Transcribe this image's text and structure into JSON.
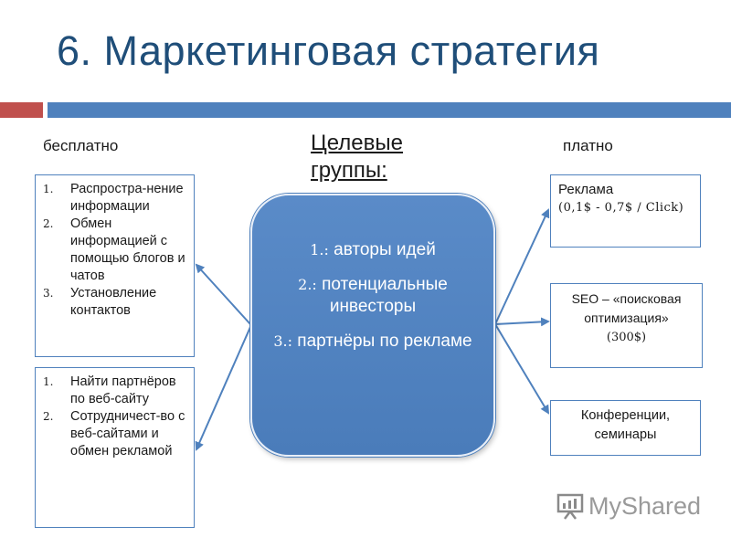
{
  "slide": {
    "title": "6. Маркетинговая стратегия",
    "label_free": "бесплатно",
    "label_paid": "платно",
    "label_target_groups": "Целевые группы:"
  },
  "left_boxes": [
    {
      "items": [
        "Распростра-нение информации",
        "Обмен информацией с помощью блогов и чатов",
        "Установление контактов"
      ]
    },
    {
      "items": [
        "Найти партнёров по веб-сайту",
        "Сотрудничест-во с веб-сайтами и обмен рекламой"
      ]
    }
  ],
  "center": {
    "items": [
      {
        "num": "1.:",
        "text": "авторы идей"
      },
      {
        "num": "2.:",
        "text": "потенциальные инвесторы"
      },
      {
        "num": "3.:",
        "text": "партнёры по рекламе"
      }
    ]
  },
  "right_boxes": {
    "ads_title": "Реклама",
    "ads_price": "(0,1$ - 0,7$ / Click)",
    "seo_text": "SEO – «поисковая оптимизация»",
    "seo_price": "(300$)",
    "conf_text": "Конференции, семинары"
  },
  "colors": {
    "title": "#1f4e79",
    "accent_red": "#c0504d",
    "accent_blue": "#4f81bd",
    "center_fill": "#4f81bd"
  },
  "watermark": {
    "text": "MyShared",
    "icon": "presentation-chart-icon"
  }
}
